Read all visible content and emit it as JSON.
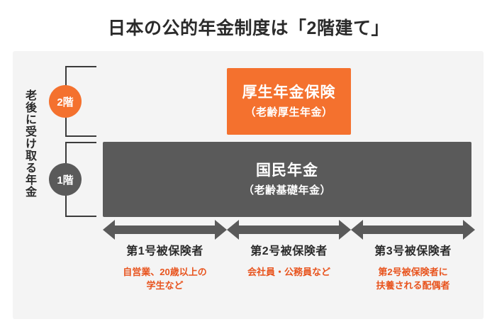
{
  "page": {
    "title": "日本の公的年金制度は「2階建て」",
    "background_color": "#ffffff",
    "panel_color": "#f4f4f4",
    "accent_orange": "#f4712e",
    "accent_gray": "#5a5a5a",
    "desc_orange": "#e8541e"
  },
  "side_caption": {
    "label": "老後に受け取る年金"
  },
  "floors": [
    {
      "badge": "2階",
      "color": "#f4712e"
    },
    {
      "badge": "1階",
      "color": "#5a5a5a"
    }
  ],
  "tiers": [
    {
      "name": "厚生年金保険",
      "sub": "（老齢厚生年金）",
      "color": "#f4712e"
    },
    {
      "name": "国民年金",
      "sub": "（老齢基礎年金）",
      "color": "#5a5a5a"
    }
  ],
  "arrows": [
    {
      "name": "arrow-segment-1"
    },
    {
      "name": "arrow-segment-2"
    },
    {
      "name": "arrow-segment-3"
    }
  ],
  "insured_groups": [
    {
      "title": "第1号被保険者",
      "desc": "自営業、20歳以上の\n学生など"
    },
    {
      "title": "第2号被保険者",
      "desc": "会社員・公務員など"
    },
    {
      "title": "第3号被保険者",
      "desc": "第2号被保険者に\n扶養される配偶者"
    }
  ]
}
